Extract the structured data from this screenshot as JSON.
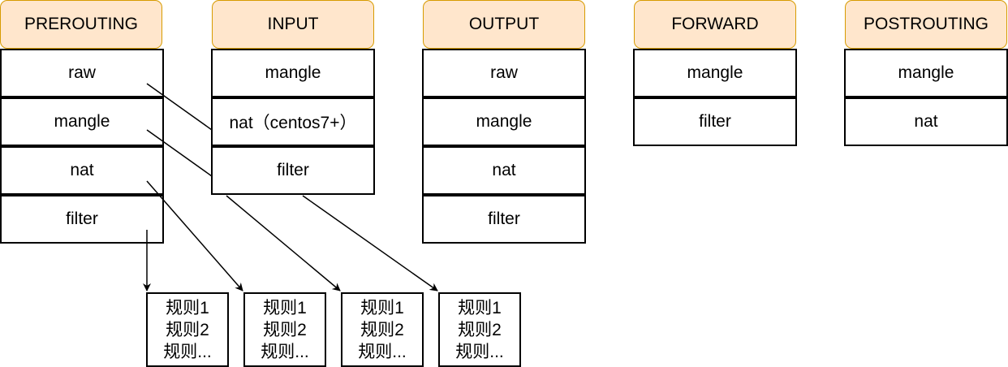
{
  "chains": [
    {
      "name": "PREROUTING",
      "tables": [
        "raw",
        "mangle",
        "nat",
        "filter"
      ]
    },
    {
      "name": "INPUT",
      "tables": [
        "mangle",
        "nat（centos7+）",
        "filter"
      ]
    },
    {
      "name": "OUTPUT",
      "tables": [
        "raw",
        "mangle",
        "nat",
        "filter"
      ]
    },
    {
      "name": "FORWARD",
      "tables": [
        "mangle",
        "filter"
      ]
    },
    {
      "name": "POSTROUTING",
      "tables": [
        "mangle",
        "nat"
      ]
    }
  ],
  "rule_boxes": [
    [
      "规则1",
      "规则2",
      "规则..."
    ],
    [
      "规则1",
      "规则2",
      "规则..."
    ],
    [
      "规则1",
      "规则2",
      "规则..."
    ],
    [
      "规则1",
      "规则2",
      "规则..."
    ]
  ]
}
